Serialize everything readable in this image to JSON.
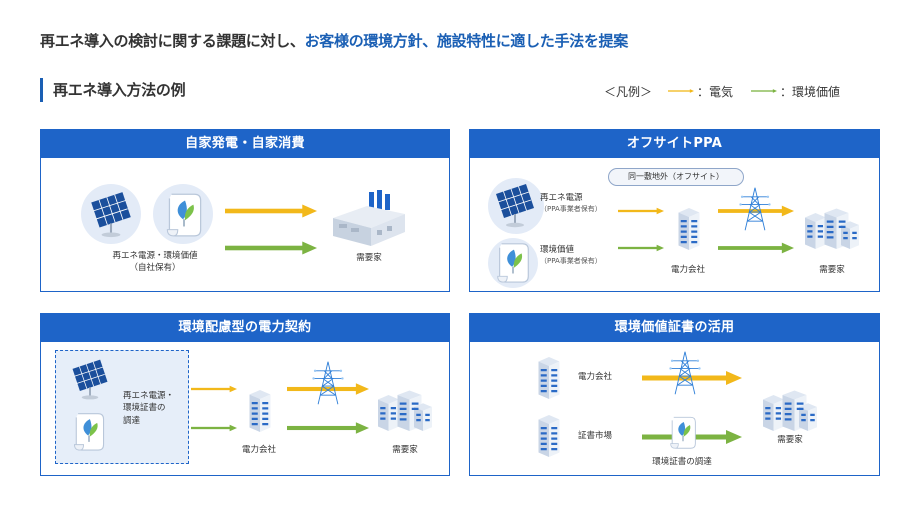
{
  "headline": {
    "prefix": "再エネ導入の検討に関する課題に対し、",
    "highlight": "お客様の環境方針、施設特性に適した手法を提案"
  },
  "section_title": "再エネ導入方法の例",
  "legend": {
    "label": "＜凡例＞",
    "electricity": "：電気",
    "env_value": "：環境価値",
    "colors": {
      "electricity": "#f2b81a",
      "env_value": "#7cb342"
    }
  },
  "cards": {
    "self": {
      "title": "自家発電・自家消費",
      "source_label_1": "再エネ電源・環境価値",
      "source_label_2": "（自社保有）",
      "consumer_label": "需要家"
    },
    "offsite": {
      "title": "オフサイトPPA",
      "pill": "同一敷地外（オフサイト）",
      "source1_label": "再エネ電源",
      "source1_sub": "（PPA事業者保有）",
      "source2_label": "環境価値",
      "source2_sub": "（PPA事業者保有）",
      "utility_label": "電力会社",
      "consumer_label": "需要家"
    },
    "contract": {
      "title": "環境配慮型の電力契約",
      "source_label_1": "再エネ電源・",
      "source_label_2": "環境証書の",
      "source_label_3": "調達",
      "utility_label": "電力会社",
      "consumer_label": "需要家"
    },
    "certificate": {
      "title": "環境価値証書の活用",
      "utility_label": "電力会社",
      "market_label": "証書市場",
      "procure_label": "環境証書の調達",
      "consumer_label": "需要家"
    }
  }
}
